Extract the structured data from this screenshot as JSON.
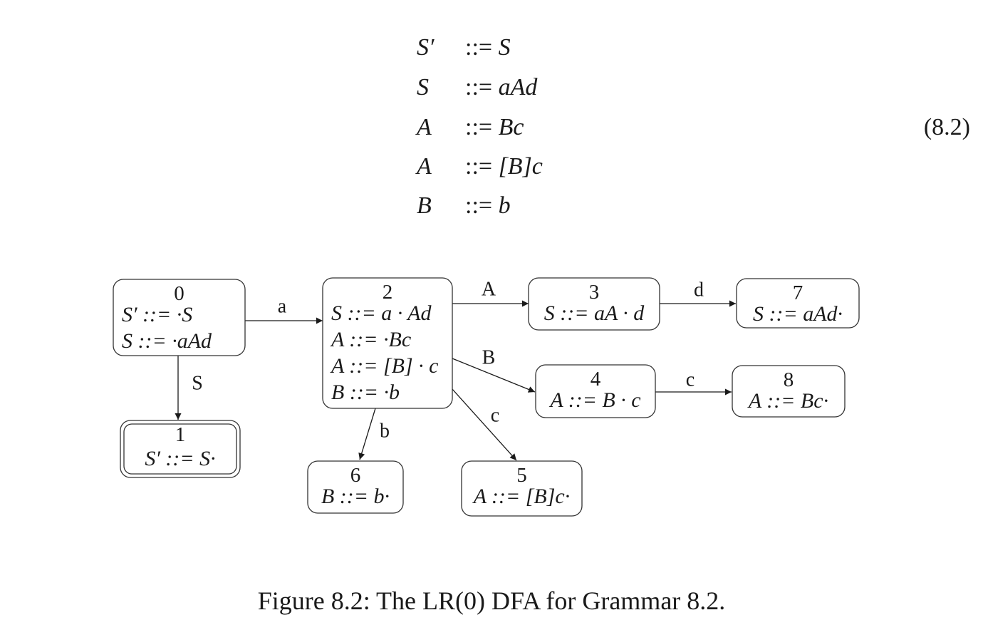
{
  "grammar": {
    "equation_number": "(8.2)",
    "rules": [
      {
        "lhs": "S′",
        "op": "::=",
        "rhs": "S"
      },
      {
        "lhs": "S",
        "op": "::=",
        "rhs": "aAd"
      },
      {
        "lhs": "A",
        "op": "::=",
        "rhs": "Bc"
      },
      {
        "lhs": "A",
        "op": "::=",
        "rhs": "[B]c"
      },
      {
        "lhs": "B",
        "op": "::=",
        "rhs": "b"
      }
    ]
  },
  "dfa": {
    "states": [
      {
        "id": "0",
        "accepting": false,
        "items": [
          "S′ ::= ·S",
          "S ::= ·aAd"
        ]
      },
      {
        "id": "1",
        "accepting": true,
        "items": [
          "S′ ::= S·"
        ]
      },
      {
        "id": "2",
        "accepting": false,
        "items": [
          "S ::= a · Ad",
          "A ::= ·Bc",
          "A ::= [B] · c",
          "B ::= ·b"
        ]
      },
      {
        "id": "3",
        "accepting": false,
        "items": [
          "S ::= aA · d"
        ]
      },
      {
        "id": "4",
        "accepting": false,
        "items": [
          "A ::= B · c"
        ]
      },
      {
        "id": "5",
        "accepting": false,
        "items": [
          "A ::= [B]c·"
        ]
      },
      {
        "id": "6",
        "accepting": false,
        "items": [
          "B ::= b·"
        ]
      },
      {
        "id": "7",
        "accepting": false,
        "items": [
          "S ::= aAd·"
        ]
      },
      {
        "id": "8",
        "accepting": false,
        "items": [
          "A ::= Bc·"
        ]
      }
    ],
    "transitions": [
      {
        "from": "0",
        "to": "2",
        "label": "a"
      },
      {
        "from": "0",
        "to": "1",
        "label": "S"
      },
      {
        "from": "2",
        "to": "3",
        "label": "A"
      },
      {
        "from": "2",
        "to": "4",
        "label": "B"
      },
      {
        "from": "2",
        "to": "6",
        "label": "b"
      },
      {
        "from": "2",
        "to": "5",
        "label": "c"
      },
      {
        "from": "3",
        "to": "7",
        "label": "d"
      },
      {
        "from": "4",
        "to": "8",
        "label": "c"
      }
    ]
  },
  "caption": "Figure 8.2: The LR(0) DFA for Grammar 8.2."
}
